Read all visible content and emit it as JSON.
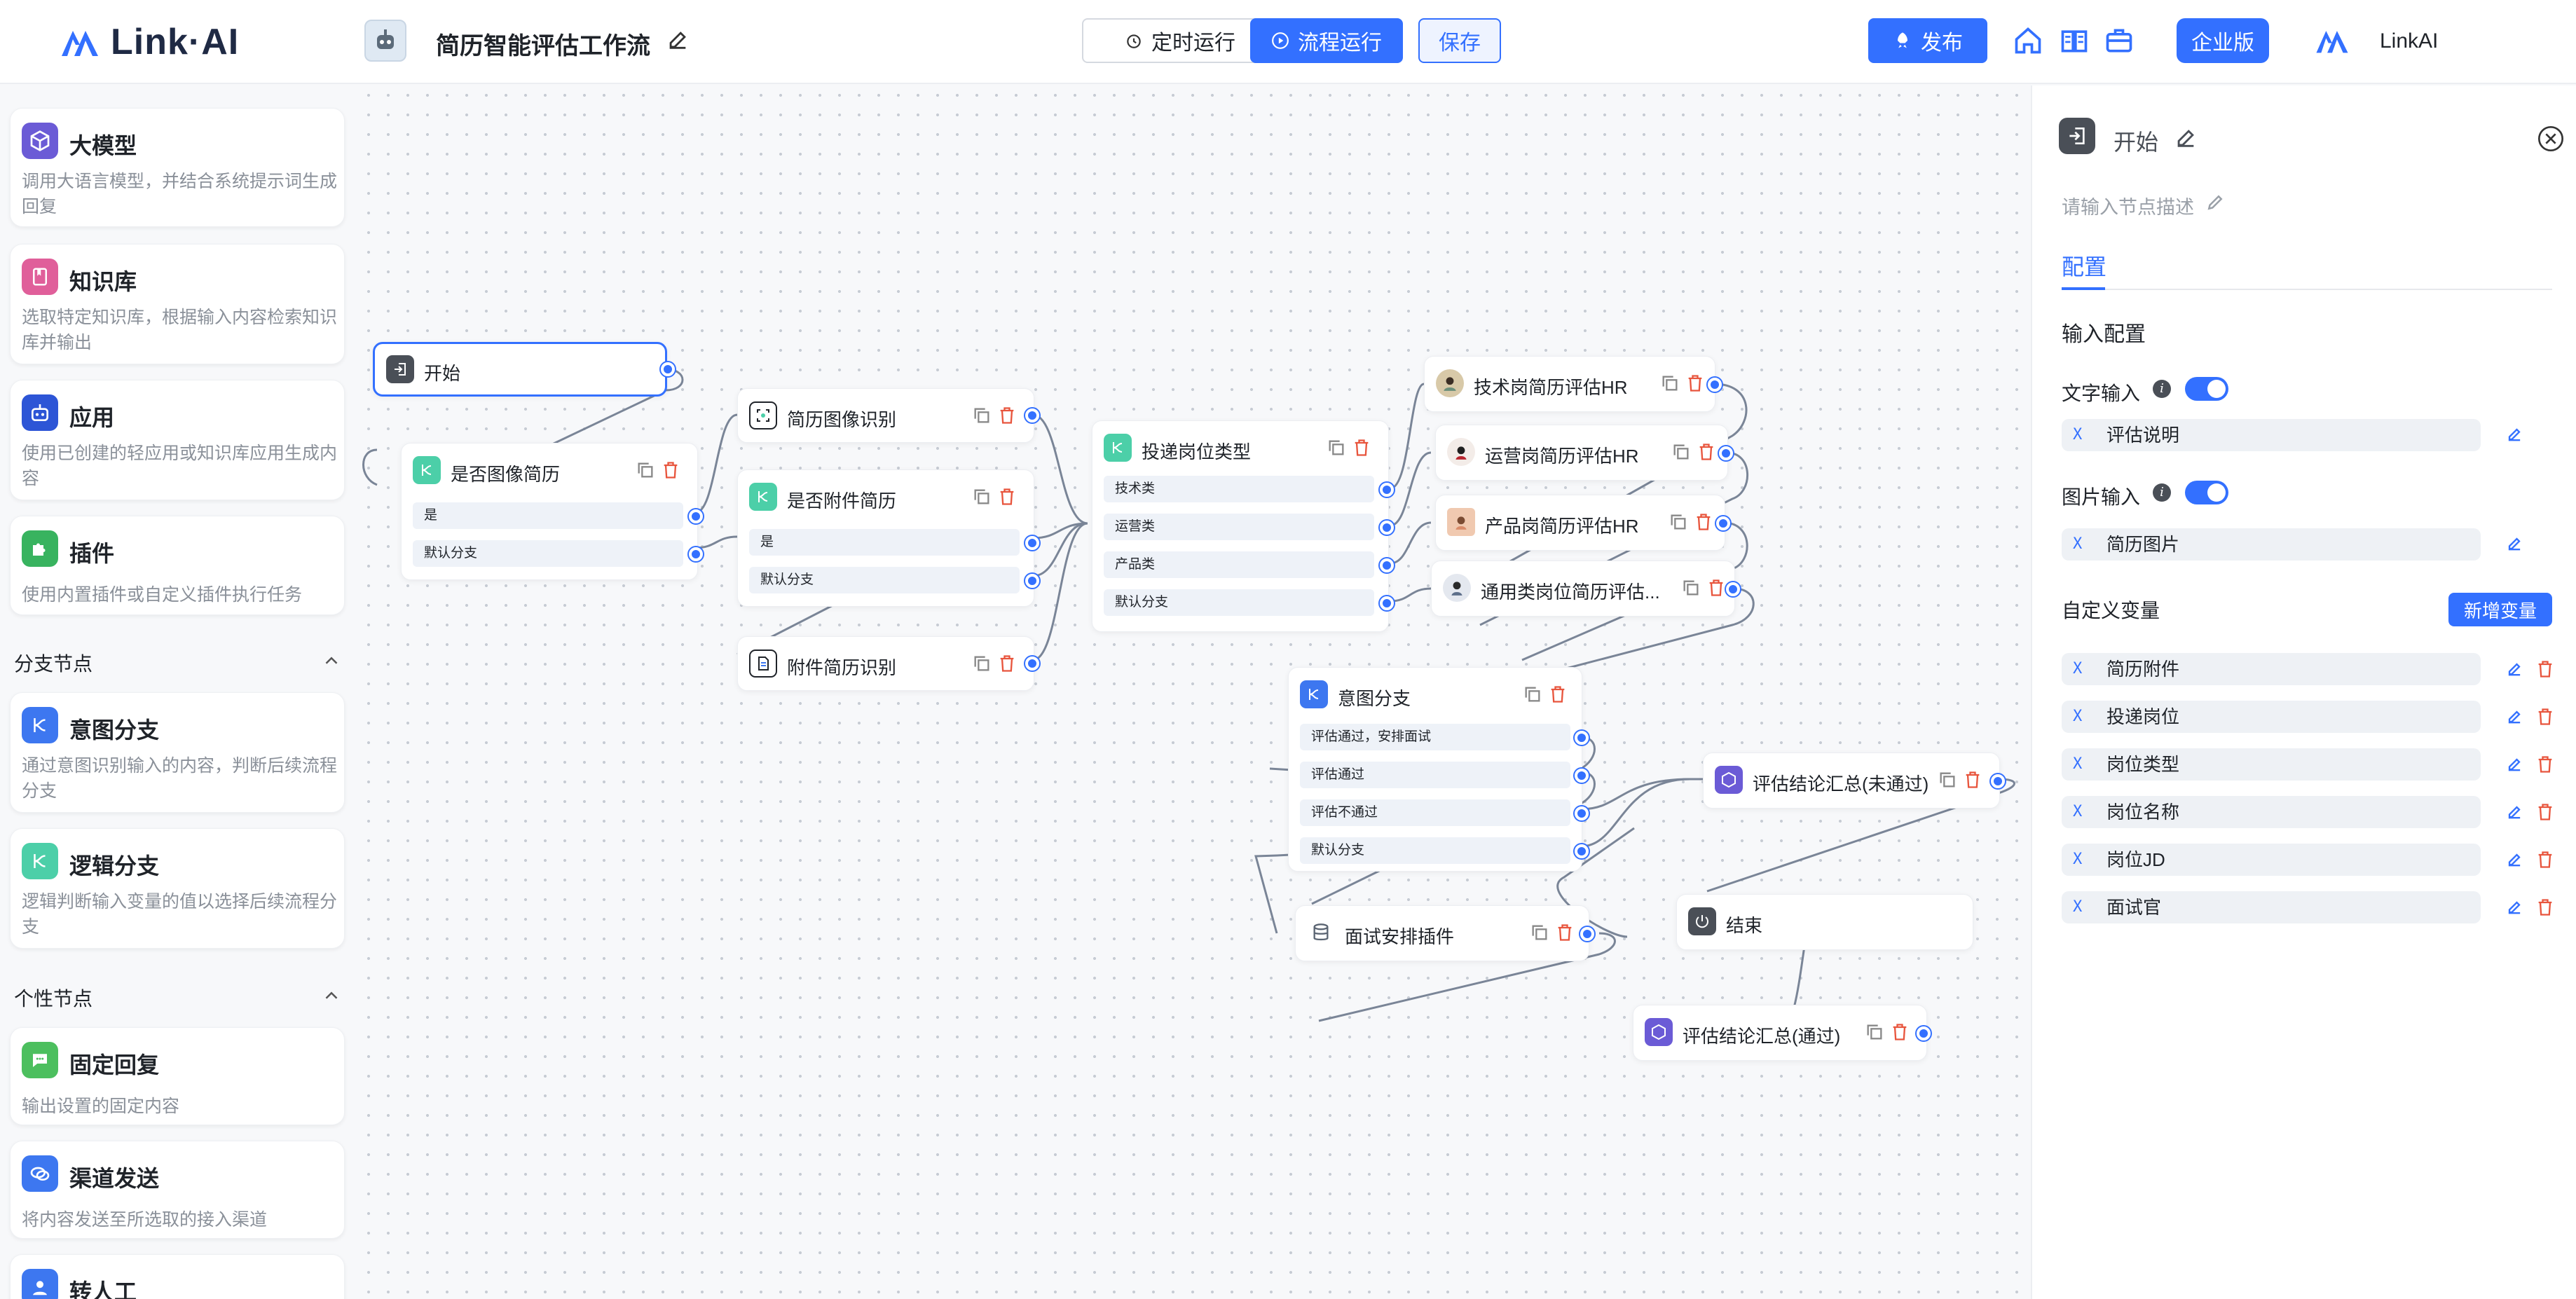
{
  "header": {
    "brand": "Link·AI",
    "workflow_title": "简历智能评估工作流",
    "schedule_btn": "定时运行",
    "run_btn": "流程运行",
    "save_btn": "保存",
    "publish_btn": "发布",
    "enterprise_btn": "企业版",
    "user_name": "LinkAI"
  },
  "sidebar": {
    "cards": [
      {
        "title": "大模型",
        "desc": "调用大语言模型，并结合系统提示词生成回复",
        "color": "#6b5bd6",
        "icon": "cube-icon"
      },
      {
        "title": "知识库",
        "desc": "选取特定知识库，根据输入内容检索知识库并输出",
        "color": "#e05f9a",
        "icon": "book-icon"
      },
      {
        "title": "应用",
        "desc": "使用已创建的轻应用或知识库应用生成内容",
        "color": "#2d55d6",
        "icon": "robot-icon"
      },
      {
        "title": "插件",
        "desc": "使用内置插件或自定义插件执行任务",
        "color": "#38b35f",
        "icon": "puzzle-icon"
      }
    ],
    "section_branch": "分支节点",
    "branch_cards": [
      {
        "title": "意图分支",
        "desc": "通过意图识别输入的内容，判断后续流程分支",
        "color": "#3d77f0",
        "icon": "branch-icon"
      },
      {
        "title": "逻辑分支",
        "desc": "逻辑判断输入变量的值以选择后续流程分支",
        "color": "#4ccfa8",
        "icon": "branch-icon"
      }
    ],
    "section_custom": "个性节点",
    "custom_cards": [
      {
        "title": "固定回复",
        "desc": "输出设置的固定内容",
        "color": "#4cbf5e",
        "icon": "chat-icon"
      },
      {
        "title": "渠道发送",
        "desc": "将内容发送至所选取的接入渠道",
        "color": "#3d77f0",
        "icon": "channel-icon"
      },
      {
        "title": "转人工",
        "desc": "",
        "color": "#3d77f0",
        "icon": "agent-icon"
      }
    ]
  },
  "canvas": {
    "nodes": {
      "start": "开始",
      "is_image": "是否图像简历",
      "is_image_rows": [
        "是",
        "默认分支"
      ],
      "image_ocr": "简历图像识别",
      "is_attach": "是否附件简历",
      "is_attach_rows": [
        "是",
        "默认分支"
      ],
      "attach_ocr": "附件简历识别",
      "job_type": "投递岗位类型",
      "job_type_rows": [
        "技术类",
        "运营类",
        "产品类",
        "默认分支"
      ],
      "hr_tech": "技术岗简历评估HR",
      "hr_ops": "运营岗简历评估HR",
      "hr_prod": "产品岗简历评估HR",
      "hr_general": "通用类岗位简历评估...",
      "intent": "意图分支",
      "intent_rows": [
        "评估通过，安排面试",
        "评估通过",
        "评估不通过",
        "默认分支"
      ],
      "summary_fail": "评估结论汇总(未通过)",
      "interview_plugin": "面试安排插件",
      "end": "结束",
      "summary_pass": "评估结论汇总(通过)"
    }
  },
  "panel": {
    "node_title": "开始",
    "desc_placeholder": "请输入节点描述",
    "tab": "配置",
    "input_config": "输入配置",
    "text_input": "文字输入",
    "text_var": "评估说明",
    "image_input": "图片输入",
    "image_var": "简历图片",
    "custom_vars": "自定义变量",
    "add_var": "新增变量",
    "vars": [
      "简历附件",
      "投递岗位",
      "岗位类型",
      "岗位名称",
      "岗位JD",
      "面试官"
    ],
    "var_glyph": "X"
  }
}
